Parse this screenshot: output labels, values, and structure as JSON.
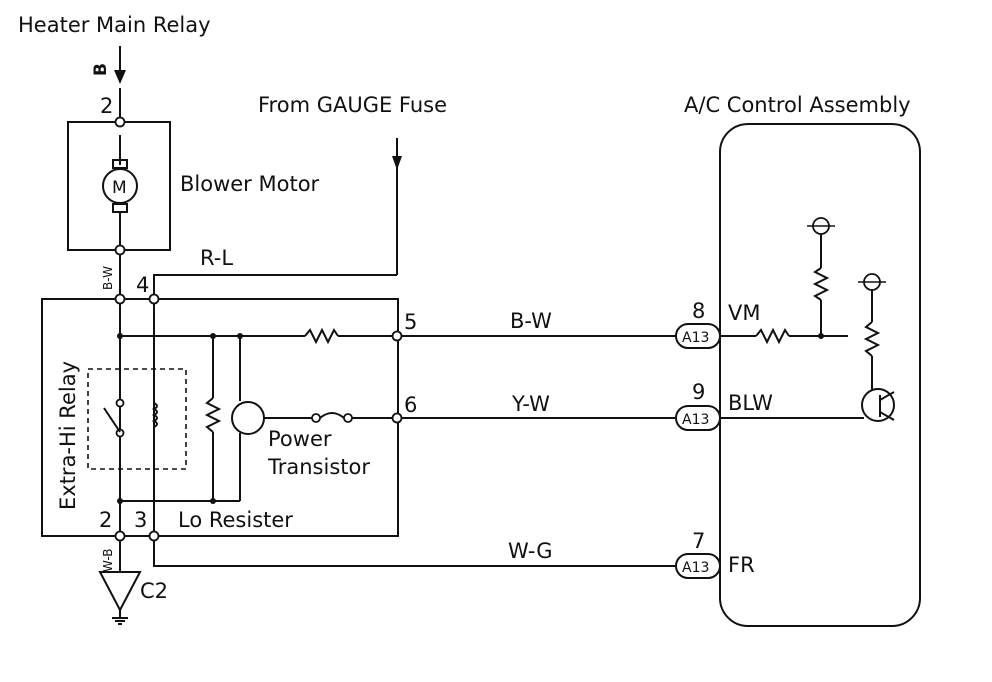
{
  "labels": {
    "heater_main_relay": "Heater Main Relay",
    "from_gauge_fuse": "From GAUGE Fuse",
    "ac_control_assembly": "A/C Control Assembly",
    "blower_motor": "Blower Motor",
    "motor_symbol": "M",
    "extra_hi_relay": "Extra-Hi Relay",
    "power_transistor_1": "Power",
    "power_transistor_2": "Transistor",
    "lo_resister": "Lo Resister",
    "ground": "C2"
  },
  "wires": {
    "b": "B",
    "bw_motor": "B-W",
    "rl": "R-L",
    "bw_main": "B-W",
    "yw": "Y-W",
    "wg": "W-G",
    "wb": "W-B"
  },
  "pins": {
    "motor_top": "2",
    "relay_4": "4",
    "relay_5": "5",
    "relay_6": "6",
    "relay_2": "2",
    "relay_3": "3",
    "ac_8": "8",
    "ac_9": "9",
    "ac_7": "7"
  },
  "connectors": {
    "a13_vm": "A13",
    "a13_blw": "A13",
    "a13_fr": "A13"
  },
  "terminals": {
    "vm": "VM",
    "blw": "BLW",
    "fr": "FR"
  }
}
